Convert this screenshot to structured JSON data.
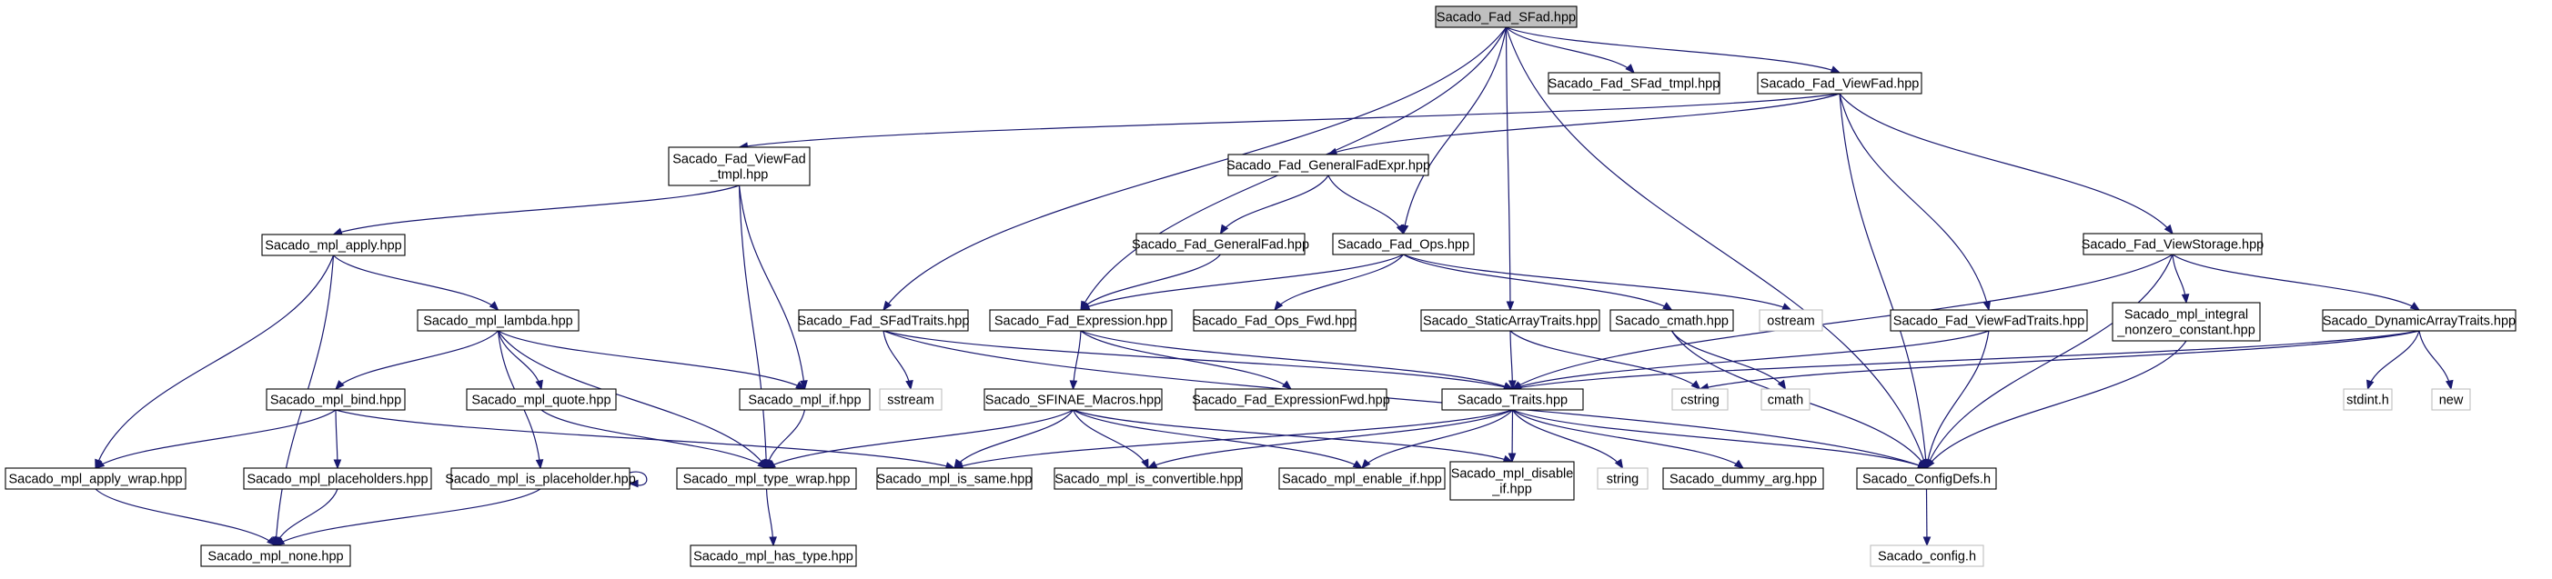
{
  "diagram": {
    "type": "include-dependency-graph",
    "colors": {
      "edge": "#191970",
      "root_fill": "#bfbfbf",
      "node_border": "#000000",
      "external_border": "#bfbfbf"
    },
    "nodes": [
      {
        "id": "sfad",
        "label": [
          "Sacado_Fad_SFad.hpp"
        ],
        "kind": "root"
      },
      {
        "id": "sfad_tmpl",
        "label": [
          "Sacado_Fad_SFad_tmpl.hpp"
        ],
        "kind": "file"
      },
      {
        "id": "viewfad",
        "label": [
          "Sacado_Fad_ViewFad.hpp"
        ],
        "kind": "file"
      },
      {
        "id": "viewfad_tmpl",
        "label": [
          "Sacado_Fad_ViewFad",
          "_tmpl.hpp"
        ],
        "kind": "file"
      },
      {
        "id": "genfadexpr",
        "label": [
          "Sacado_Fad_GeneralFadExpr.hpp"
        ],
        "kind": "file"
      },
      {
        "id": "apply",
        "label": [
          "Sacado_mpl_apply.hpp"
        ],
        "kind": "file"
      },
      {
        "id": "genfad",
        "label": [
          "Sacado_Fad_GeneralFad.hpp"
        ],
        "kind": "file"
      },
      {
        "id": "ops",
        "label": [
          "Sacado_Fad_Ops.hpp"
        ],
        "kind": "file"
      },
      {
        "id": "viewstorage",
        "label": [
          "Sacado_Fad_ViewStorage.hpp"
        ],
        "kind": "file"
      },
      {
        "id": "lambda",
        "label": [
          "Sacado_mpl_lambda.hpp"
        ],
        "kind": "file"
      },
      {
        "id": "sfadtraits",
        "label": [
          "Sacado_Fad_SFadTraits.hpp"
        ],
        "kind": "file"
      },
      {
        "id": "expression",
        "label": [
          "Sacado_Fad_Expression.hpp"
        ],
        "kind": "file"
      },
      {
        "id": "ops_fwd",
        "label": [
          "Sacado_Fad_Ops_Fwd.hpp"
        ],
        "kind": "file"
      },
      {
        "id": "staticarray",
        "label": [
          "Sacado_StaticArrayTraits.hpp"
        ],
        "kind": "file"
      },
      {
        "id": "cmath_hpp",
        "label": [
          "Sacado_cmath.hpp"
        ],
        "kind": "file"
      },
      {
        "id": "ostream",
        "label": [
          "ostream"
        ],
        "kind": "external"
      },
      {
        "id": "viewfadtraits",
        "label": [
          "Sacado_Fad_ViewFadTraits.hpp"
        ],
        "kind": "file"
      },
      {
        "id": "integral",
        "label": [
          "Sacado_mpl_integral",
          "_nonzero_constant.hpp"
        ],
        "kind": "file"
      },
      {
        "id": "dynarray",
        "label": [
          "Sacado_DynamicArrayTraits.hpp"
        ],
        "kind": "file"
      },
      {
        "id": "bind",
        "label": [
          "Sacado_mpl_bind.hpp"
        ],
        "kind": "file"
      },
      {
        "id": "quote",
        "label": [
          "Sacado_mpl_quote.hpp"
        ],
        "kind": "file"
      },
      {
        "id": "mpl_if",
        "label": [
          "Sacado_mpl_if.hpp"
        ],
        "kind": "file"
      },
      {
        "id": "sstream",
        "label": [
          "sstream"
        ],
        "kind": "external"
      },
      {
        "id": "sfinae",
        "label": [
          "Sacado_SFINAE_Macros.hpp"
        ],
        "kind": "file"
      },
      {
        "id": "exprfwd",
        "label": [
          "Sacado_Fad_ExpressionFwd.hpp"
        ],
        "kind": "file"
      },
      {
        "id": "traits",
        "label": [
          "Sacado_Traits.hpp"
        ],
        "kind": "file"
      },
      {
        "id": "cstring",
        "label": [
          "cstring"
        ],
        "kind": "external"
      },
      {
        "id": "cmath",
        "label": [
          "cmath"
        ],
        "kind": "external"
      },
      {
        "id": "stdint",
        "label": [
          "stdint.h"
        ],
        "kind": "external"
      },
      {
        "id": "new",
        "label": [
          "new"
        ],
        "kind": "external"
      },
      {
        "id": "apply_wrap",
        "label": [
          "Sacado_mpl_apply_wrap.hpp"
        ],
        "kind": "file"
      },
      {
        "id": "placeholders",
        "label": [
          "Sacado_mpl_placeholders.hpp"
        ],
        "kind": "file"
      },
      {
        "id": "is_placeholder",
        "label": [
          "Sacado_mpl_is_placeholder.hpp"
        ],
        "kind": "file"
      },
      {
        "id": "type_wrap",
        "label": [
          "Sacado_mpl_type_wrap.hpp"
        ],
        "kind": "file"
      },
      {
        "id": "is_same",
        "label": [
          "Sacado_mpl_is_same.hpp"
        ],
        "kind": "file"
      },
      {
        "id": "is_convertible",
        "label": [
          "Sacado_mpl_is_convertible.hpp"
        ],
        "kind": "file"
      },
      {
        "id": "enable_if",
        "label": [
          "Sacado_mpl_enable_if.hpp"
        ],
        "kind": "file"
      },
      {
        "id": "disable_if",
        "label": [
          "Sacado_mpl_disable",
          "_if.hpp"
        ],
        "kind": "file"
      },
      {
        "id": "string",
        "label": [
          "string"
        ],
        "kind": "external"
      },
      {
        "id": "dummy_arg",
        "label": [
          "Sacado_dummy_arg.hpp"
        ],
        "kind": "file"
      },
      {
        "id": "configdefs",
        "label": [
          "Sacado_ConfigDefs.h"
        ],
        "kind": "file"
      },
      {
        "id": "none",
        "label": [
          "Sacado_mpl_none.hpp"
        ],
        "kind": "file"
      },
      {
        "id": "has_type",
        "label": [
          "Sacado_mpl_has_type.hpp"
        ],
        "kind": "file"
      },
      {
        "id": "config_h",
        "label": [
          "Sacado_config.h"
        ],
        "kind": "external"
      }
    ],
    "edges": [
      [
        "sfad",
        "sfad_tmpl"
      ],
      [
        "sfad",
        "viewfad"
      ],
      [
        "sfad",
        "configdefs"
      ],
      [
        "sfad",
        "sfadtraits"
      ],
      [
        "sfad",
        "expression"
      ],
      [
        "sfad",
        "ops"
      ],
      [
        "sfad",
        "staticarray"
      ],
      [
        "viewfad",
        "viewfad_tmpl"
      ],
      [
        "viewfad",
        "genfadexpr"
      ],
      [
        "viewfad",
        "viewstorage"
      ],
      [
        "viewfad",
        "viewfadtraits"
      ],
      [
        "viewfad",
        "configdefs"
      ],
      [
        "viewfad_tmpl",
        "apply"
      ],
      [
        "viewfad_tmpl",
        "mpl_if"
      ],
      [
        "viewfad_tmpl",
        "type_wrap"
      ],
      [
        "genfadexpr",
        "genfad"
      ],
      [
        "genfadexpr",
        "ops"
      ],
      [
        "genfad",
        "expression"
      ],
      [
        "ops",
        "expression"
      ],
      [
        "ops",
        "ops_fwd"
      ],
      [
        "ops",
        "cmath_hpp"
      ],
      [
        "ops",
        "ostream"
      ],
      [
        "apply",
        "lambda"
      ],
      [
        "apply",
        "apply_wrap"
      ],
      [
        "apply",
        "none"
      ],
      [
        "lambda",
        "bind"
      ],
      [
        "lambda",
        "quote"
      ],
      [
        "lambda",
        "mpl_if"
      ],
      [
        "lambda",
        "is_placeholder"
      ],
      [
        "lambda",
        "type_wrap"
      ],
      [
        "bind",
        "placeholders"
      ],
      [
        "bind",
        "apply_wrap"
      ],
      [
        "bind",
        "is_same"
      ],
      [
        "quote",
        "type_wrap"
      ],
      [
        "mpl_if",
        "type_wrap"
      ],
      [
        "is_placeholder",
        "is_placeholder"
      ],
      [
        "is_placeholder",
        "none"
      ],
      [
        "placeholders",
        "none"
      ],
      [
        "apply_wrap",
        "none"
      ],
      [
        "type_wrap",
        "has_type"
      ],
      [
        "sfadtraits",
        "sstream"
      ],
      [
        "sfadtraits",
        "traits"
      ],
      [
        "sfadtraits",
        "configdefs"
      ],
      [
        "expression",
        "sfinae"
      ],
      [
        "expression",
        "exprfwd"
      ],
      [
        "expression",
        "traits"
      ],
      [
        "sfinae",
        "type_wrap"
      ],
      [
        "sfinae",
        "is_same"
      ],
      [
        "sfinae",
        "is_convertible"
      ],
      [
        "sfinae",
        "enable_if"
      ],
      [
        "sfinae",
        "disable_if"
      ],
      [
        "staticarray",
        "traits"
      ],
      [
        "staticarray",
        "cstring"
      ],
      [
        "cmath_hpp",
        "cmath"
      ],
      [
        "cmath_hpp",
        "configdefs"
      ],
      [
        "viewstorage",
        "traits"
      ],
      [
        "viewstorage",
        "integral"
      ],
      [
        "viewstorage",
        "dynarray"
      ],
      [
        "viewstorage",
        "configdefs"
      ],
      [
        "viewfadtraits",
        "traits"
      ],
      [
        "viewfadtraits",
        "configdefs"
      ],
      [
        "integral",
        "configdefs"
      ],
      [
        "dynarray",
        "traits"
      ],
      [
        "dynarray",
        "cstring"
      ],
      [
        "dynarray",
        "stdint"
      ],
      [
        "dynarray",
        "new"
      ],
      [
        "traits",
        "is_same"
      ],
      [
        "traits",
        "is_convertible"
      ],
      [
        "traits",
        "enable_if"
      ],
      [
        "traits",
        "disable_if"
      ],
      [
        "traits",
        "string"
      ],
      [
        "traits",
        "dummy_arg"
      ],
      [
        "traits",
        "configdefs"
      ],
      [
        "configdefs",
        "config_h"
      ]
    ]
  }
}
